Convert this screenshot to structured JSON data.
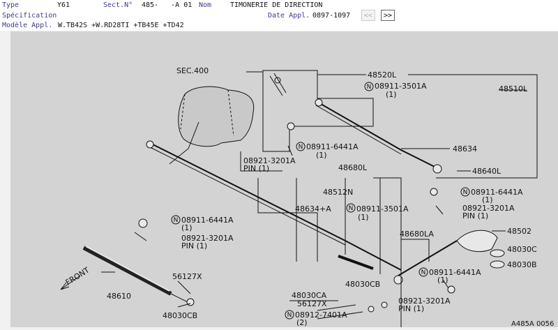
{
  "header": {
    "type_label": "Type",
    "type_value": "Y61",
    "sect_label": "Sect.N°",
    "sect_value": "485-   -A 01",
    "nom_label": "Nom",
    "nom_value": "TIMONERIE DE DIRECTION",
    "spec_label": "Spécification",
    "date_label": "Date Appl.",
    "date_value": "0897-1097",
    "prev_label": "<<",
    "next_label": ">>",
    "modele_label": "Modèle Appl.",
    "modele_value": "W.TB42S +W.RD28TI +TB45E +TD42"
  },
  "diagram": {
    "sec400": "SEC.400",
    "p48520L": "48520L",
    "p48510L": "48510L",
    "p08911_3501A_top": "08911-3501A",
    "qty1_a": "(1)",
    "p08911_6441A_a": "08911-6441A",
    "qty1_b": "(1)",
    "p08921_3201A_a": "08921-3201A",
    "pin1_a": "PIN (1)",
    "p48680L": "48680L",
    "p48634": "48634",
    "p48640L": "48640L",
    "p48512N": "48512N",
    "p48634A": "48634+A",
    "p08911_3501A_mid": "08911-3501A",
    "qty1_c": "(1)",
    "p08911_6441A_b": "08911-6441A",
    "qty1_d": "(1)",
    "p08921_3201A_b": "08921-3201A",
    "pin1_b": "PIN (1)",
    "p08911_6441A_c": "08911-6441A",
    "qty1_e": "(1)",
    "p08921_3201A_c": "08921-3201A",
    "pin1_c": "PIN (1)",
    "p48680LA": "48680LA",
    "p48502": "48502",
    "p48030C": "48030C",
    "p48030B": "48030B",
    "p08911_6441A_d": "08911-6441A",
    "qty1_f": "(1)",
    "p48610": "48610",
    "p56127X_a": "56127X",
    "p48030CB_a": "48030CB",
    "p48030CB_b": "48030CB",
    "p48030CA": "48030CA",
    "p56127X_b": "56127X",
    "p08921_3201A_d": "08921-3201A",
    "pin1_d": "PIN (1)",
    "p08912_7401A": "08912-7401A",
    "qty2": "(2)",
    "front": "FRONT",
    "n": "N",
    "ref": "A485A 0056"
  }
}
